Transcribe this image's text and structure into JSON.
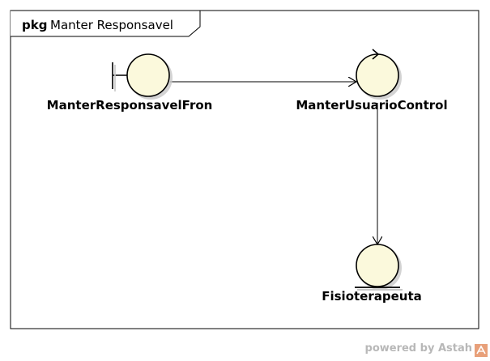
{
  "package": {
    "keyword": "pkg",
    "name": "Manter Responsavel"
  },
  "nodes": {
    "boundary": {
      "stereotype": "boundary",
      "label": "ManterResponsavelFron"
    },
    "control": {
      "stereotype": "control",
      "label": "ManterUsuarioControl"
    },
    "entity": {
      "stereotype": "entity",
      "label": "Fisioterapeuta"
    }
  },
  "edges": [
    {
      "from": "ManterResponsavelFron",
      "to": "ManterUsuarioControl",
      "arrow": "open"
    },
    {
      "from": "ManterUsuarioControl",
      "to": "Fisioterapeuta",
      "arrow": "open"
    }
  ],
  "colors": {
    "node_fill": "#fbf9dc",
    "node_stroke": "#000000",
    "shadow": "#c8c8c8",
    "line": "#000000"
  },
  "watermark": {
    "text": "powered by Astah",
    "logo": "astah-logo-icon"
  }
}
